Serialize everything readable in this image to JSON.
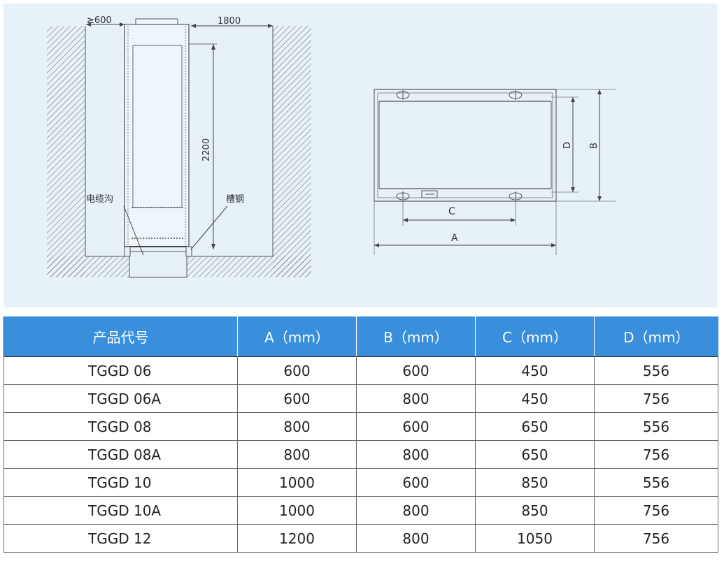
{
  "diagram": {
    "left_labels": {
      "clearance": "≥600",
      "depth": "1800",
      "height": "2200",
      "cable_trench": "电缆沟",
      "channel_steel": "槽钢"
    },
    "right_labels": {
      "a": "A",
      "b": "B",
      "c": "C",
      "d": "D"
    }
  },
  "table": {
    "headers": [
      "产品代号",
      "A（mm）",
      "B（mm）",
      "C（mm）",
      "D（mm）"
    ],
    "rows": [
      [
        "TGGD 06",
        "600",
        "600",
        "450",
        "556"
      ],
      [
        "TGGD 06A",
        "600",
        "800",
        "450",
        "756"
      ],
      [
        "TGGD 08",
        "800",
        "600",
        "650",
        "556"
      ],
      [
        "TGGD 08A",
        "800",
        "800",
        "650",
        "756"
      ],
      [
        "TGGD 10",
        "1000",
        "600",
        "850",
        "556"
      ],
      [
        "TGGD 10A",
        "1000",
        "800",
        "850",
        "756"
      ],
      [
        "TGGD 12",
        "1200",
        "800",
        "1050",
        "756"
      ]
    ]
  }
}
